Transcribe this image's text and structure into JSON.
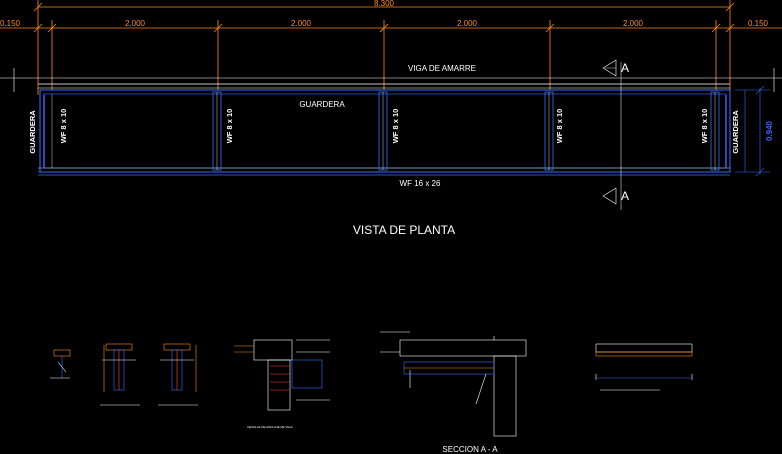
{
  "plan": {
    "dims": {
      "total": "8.300",
      "left_offset": "0.150",
      "right_offset": "0.150",
      "spans": [
        "2.000",
        "2.000",
        "2.000",
        "2.000"
      ],
      "height": "0.940"
    },
    "labels": {
      "viga_amarre": "VIGA DE AMARRE",
      "guardera_top": "GUARDERA",
      "guardera_left": "GUARDERA",
      "guardera_right": "GUARDERA",
      "wf_bottom": "WF 16 x 26",
      "section_marker": "A",
      "wf_joists": [
        "WF 8 x 10",
        "WF 8 x 10",
        "WF 8 x 10",
        "WF 8 x 10",
        "WF 8 x 10"
      ]
    },
    "title": "VISTA DE PLANTA"
  },
  "details": {
    "anclaje_caption": "DETALLE DE ANCLAJE DE VIGA",
    "seccion_caption": "SECCION A - A"
  },
  "colors": {
    "dimension": "#ff8c1a",
    "structure": "#3a6cff",
    "text": "#ffffff",
    "background": "#000000"
  }
}
